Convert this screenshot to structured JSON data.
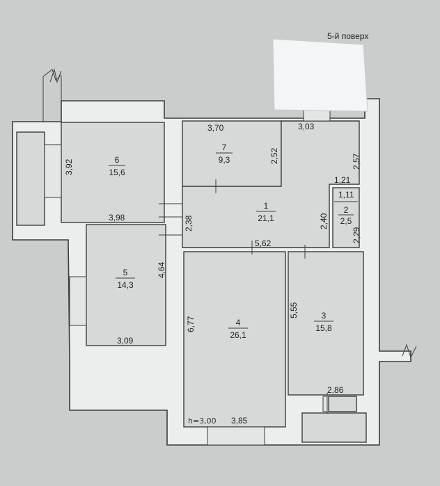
{
  "floor_label": "5-й поверх",
  "rooms": [
    {
      "number": "1",
      "area": "21,1"
    },
    {
      "number": "2",
      "area": "2,5"
    },
    {
      "number": "3",
      "area": "15,8"
    },
    {
      "number": "4",
      "area": "26,1"
    },
    {
      "number": "5",
      "area": "14,3"
    },
    {
      "number": "6",
      "area": "15,6"
    },
    {
      "number": "7",
      "area": "9,3"
    }
  ],
  "dimensions": {
    "d370": "3,70",
    "d303": "3,03",
    "d252": "2,52",
    "d257": "2,57",
    "d392": "3,92",
    "d121": "1,21",
    "d111": "1,11",
    "d240": "2,40",
    "d229": "2,29",
    "d398": "3,98",
    "d238": "2,38",
    "d562": "5,62",
    "d464": "4,64",
    "d677": "6,77",
    "d555": "5,55",
    "d309": "3,09",
    "d286": "2,86",
    "d385": "3,85"
  },
  "height_note": "h=3,00"
}
